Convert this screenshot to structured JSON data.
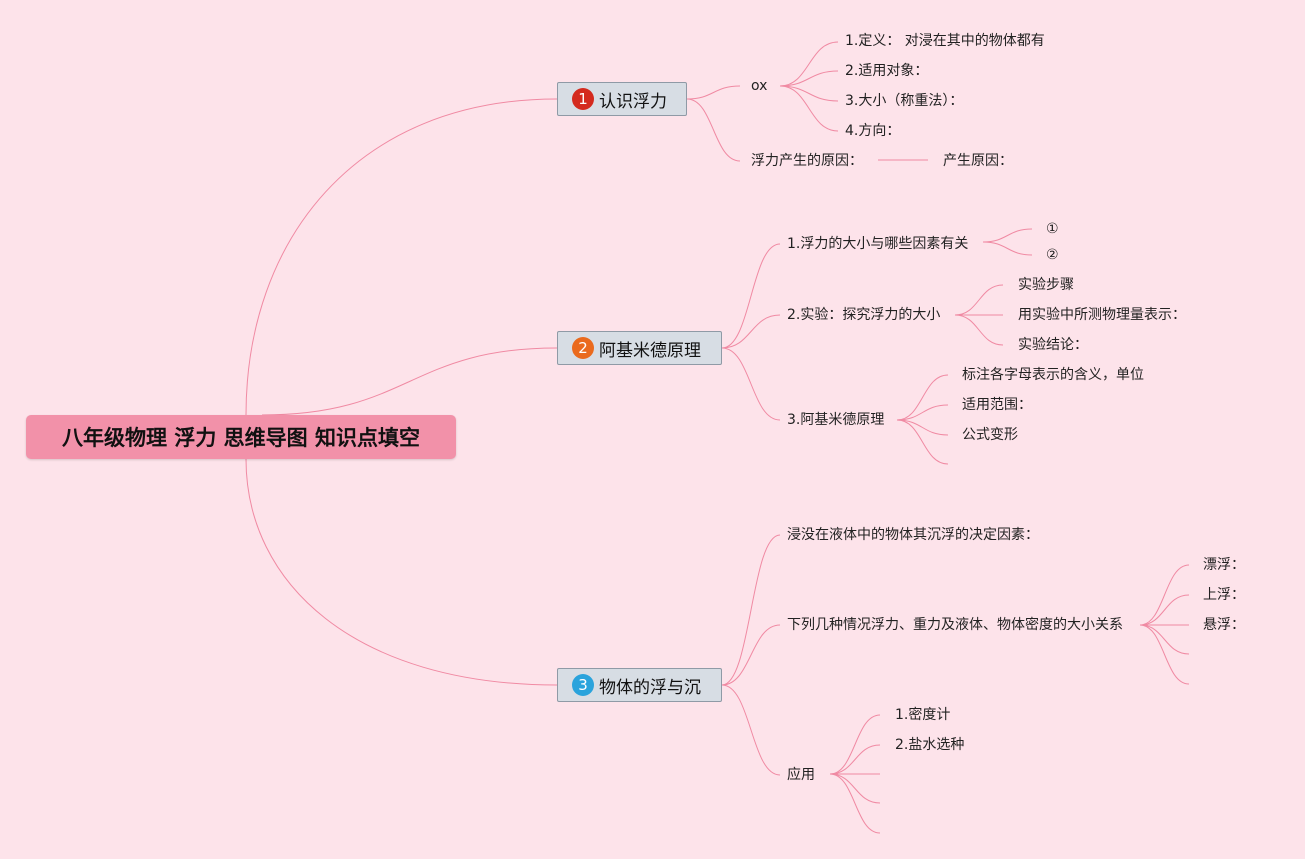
{
  "root": "八年级物理 浮力 思维导图 知识点填空",
  "branches": [
    {
      "num": "1",
      "label": "认识浮力",
      "color": "#d42a1e",
      "children": [
        {
          "label": "ox",
          "children": [
            "1.定义： 对浸在其中的物体都有",
            "2.适用对象：",
            "3.大小（称重法）：",
            "4.方向："
          ]
        },
        {
          "label": "浮力产生的原因：",
          "children": [
            "产生原因："
          ]
        }
      ]
    },
    {
      "num": "2",
      "label": "阿基米德原理",
      "color": "#ea6a1d",
      "children": [
        {
          "label": "1.浮力的大小与哪些因素有关",
          "children": [
            "①",
            "②"
          ]
        },
        {
          "label": "2.实验：探究浮力的大小",
          "children": [
            "实验步骤",
            "用实验中所测物理量表示：",
            "实验结论："
          ]
        },
        {
          "label": "3.阿基米德原理",
          "children": [
            "标注各字母表示的含义，单位",
            "适用范围：",
            "公式变形",
            ""
          ]
        }
      ]
    },
    {
      "num": "3",
      "label": "物体的浮与沉",
      "color": "#2aa3dc",
      "children": [
        {
          "label": "浸没在液体中的物体其沉浮的决定因素：",
          "children": []
        },
        {
          "label": "下列几种情况浮力、重力及液体、物体密度的大小关系",
          "children": [
            "漂浮：",
            "上浮：",
            "悬浮：",
            "",
            ""
          ]
        },
        {
          "label": "应用",
          "children": [
            "1.密度计",
            "2.盐水选种",
            "",
            "",
            ""
          ]
        }
      ]
    }
  ]
}
